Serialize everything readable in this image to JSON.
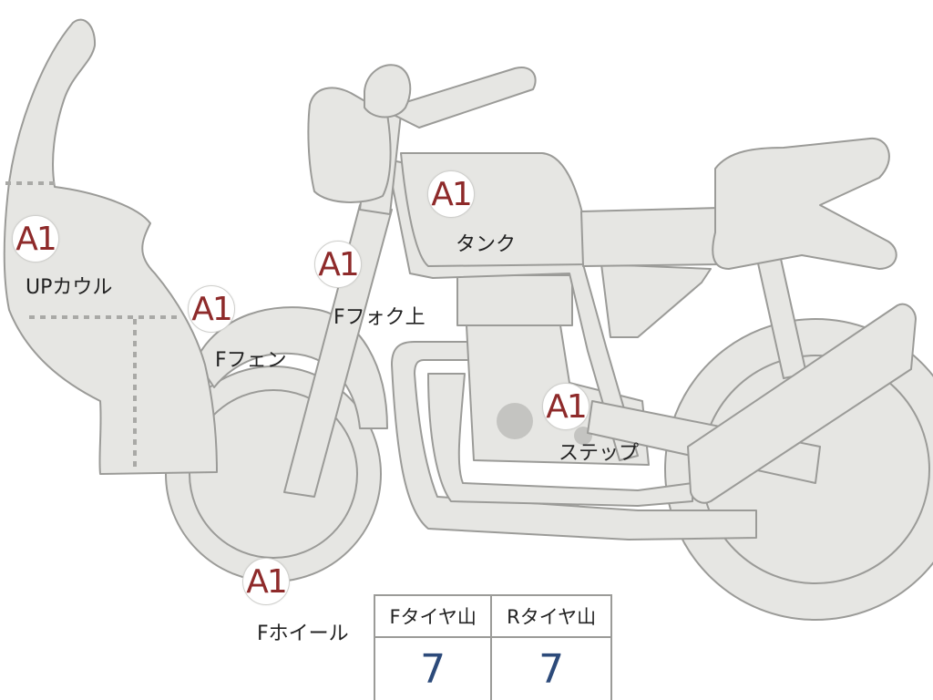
{
  "badge_color": "#8e2a2a",
  "value_color": "#2c4a7a",
  "parts": [
    {
      "id": "up-cowl",
      "grade": "A1",
      "label": "UPカウル"
    },
    {
      "id": "front-fender",
      "grade": "A1",
      "label": "Fフェン"
    },
    {
      "id": "front-fork-upper",
      "grade": "A1",
      "label": "Fフォク上"
    },
    {
      "id": "tank",
      "grade": "A1",
      "label": "タンク"
    },
    {
      "id": "step",
      "grade": "A1",
      "label": "ステップ"
    },
    {
      "id": "front-wheel",
      "grade": "A1",
      "label": "Fホイール"
    }
  ],
  "tread_table": {
    "headers": [
      "Fタイヤ山",
      "Rタイヤ山"
    ],
    "values": [
      "7",
      "7"
    ]
  }
}
